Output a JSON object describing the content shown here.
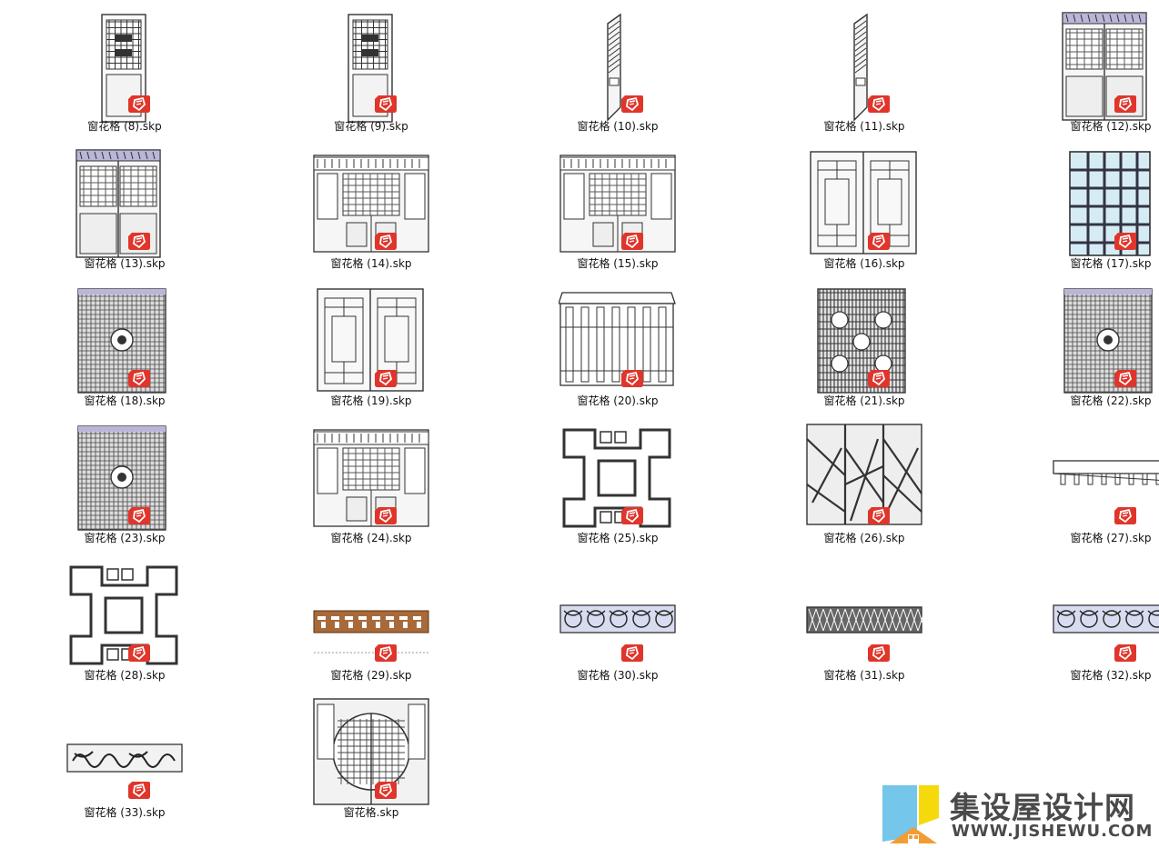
{
  "files": [
    {
      "name": "窗花格 (8).skp",
      "thumb": "door-tall-icon"
    },
    {
      "name": "窗花格 (9).skp",
      "thumb": "door-tall-icon"
    },
    {
      "name": "窗花格 (10).skp",
      "thumb": "panel-narrow-icon"
    },
    {
      "name": "窗花格 (11).skp",
      "thumb": "panel-narrow-icon"
    },
    {
      "name": "窗花格 (12).skp",
      "thumb": "double-door-icon"
    },
    {
      "name": "窗花格 (13).skp",
      "thumb": "double-door-icon"
    },
    {
      "name": "窗花格 (14).skp",
      "thumb": "facade-icon"
    },
    {
      "name": "窗花格 (15).skp",
      "thumb": "facade-icon"
    },
    {
      "name": "窗花格 (16).skp",
      "thumb": "lattice-window-icon"
    },
    {
      "name": "窗花格 (17).skp",
      "thumb": "glass-grid-icon"
    },
    {
      "name": "窗花格 (18).skp",
      "thumb": "carved-screen-icon"
    },
    {
      "name": "窗花格 (19).skp",
      "thumb": "lattice-window-icon"
    },
    {
      "name": "窗花格 (20).skp",
      "thumb": "bar-railing-icon"
    },
    {
      "name": "窗花格 (21).skp",
      "thumb": "dense-grid-icon"
    },
    {
      "name": "窗花格 (22).skp",
      "thumb": "carved-screen-icon"
    },
    {
      "name": "窗花格 (23).skp",
      "thumb": "carved-screen-icon"
    },
    {
      "name": "窗花格 (24).skp",
      "thumb": "facade-icon"
    },
    {
      "name": "窗花格 (25).skp",
      "thumb": "fret-pattern-icon"
    },
    {
      "name": "窗花格 (26).skp",
      "thumb": "crackle-screen-icon"
    },
    {
      "name": "窗花格 (27).skp",
      "thumb": "fringe-strip-icon"
    },
    {
      "name": "窗花格 (28).skp",
      "thumb": "fret-pattern-icon"
    },
    {
      "name": "窗花格 (29).skp",
      "thumb": "wood-fret-strip-icon"
    },
    {
      "name": "窗花格 (30).skp",
      "thumb": "ornament-strip-icon"
    },
    {
      "name": "窗花格 (31).skp",
      "thumb": "mesh-strip-icon"
    },
    {
      "name": "窗花格 (32).skp",
      "thumb": "ornament-strip-icon"
    },
    {
      "name": "窗花格 (33).skp",
      "thumb": "dragon-strip-icon"
    },
    {
      "name": "窗花格.skp",
      "thumb": "moon-gate-icon"
    }
  ],
  "watermark": {
    "title": "集设屋设计网",
    "url": "WWW.JISHEWU.COM"
  },
  "colors": {
    "badge_red": "#e0352b",
    "line": "#333333",
    "glass": "#d6ecf5",
    "frame_top": "#b9b6d8",
    "wood": "#a86a3a",
    "logo_blue": "#74c6ea",
    "logo_yellow": "#f5d90a",
    "logo_orange": "#f39c33"
  }
}
